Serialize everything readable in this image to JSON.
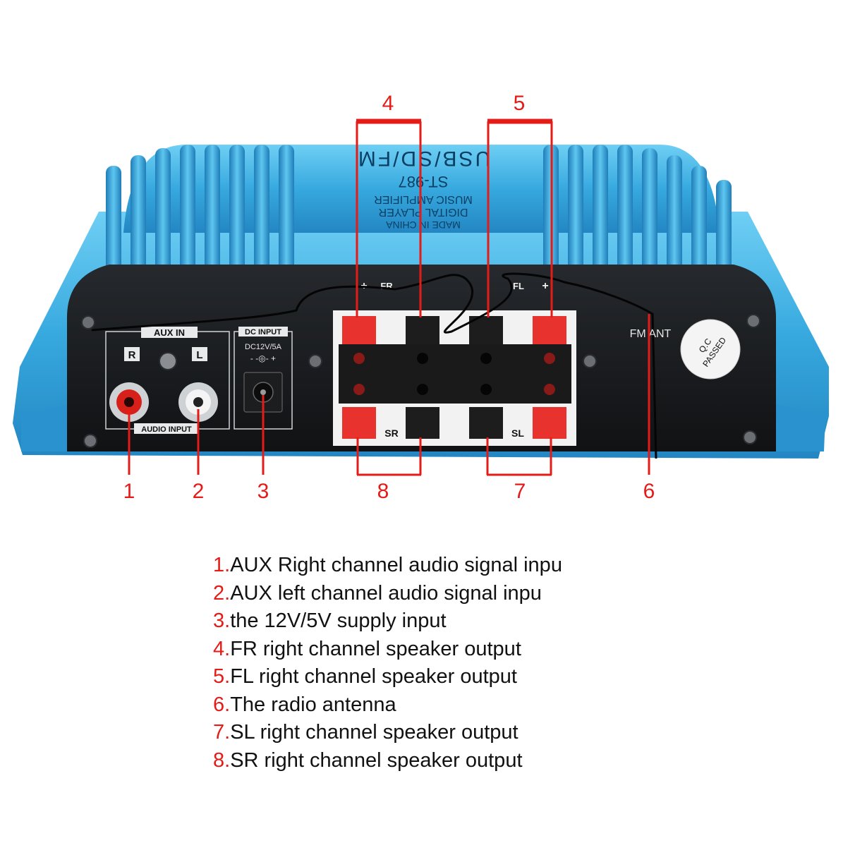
{
  "colors": {
    "callout_red": "#e41b17",
    "chassis_blue": "#3fb0e4",
    "panel_black": "#16181b",
    "terminal_red": "#e8322d"
  },
  "device": {
    "top_label": "USB/SD/FM",
    "model": "ST-987",
    "top_lines": [
      "MUSIC AMPLIFIER",
      "DIGITAL PLAYER",
      "MADE IN CHINA"
    ],
    "aux_in": "AUX IN",
    "channel_r": "R",
    "channel_l": "L",
    "audio_input": "AUDIO INPUT",
    "dc_input": "DC INPUT",
    "dc_rating": "DC12V/5A",
    "dc_polarity": "- -◎- +",
    "terminal_fr": "FR",
    "terminal_fl": "FL",
    "plus_sign": "+",
    "terminal_sr": "SR",
    "terminal_sl": "SL",
    "fm_ant": "FM ANT",
    "qc_sticker": [
      "Q.C",
      "PASSED"
    ]
  },
  "callouts": [
    {
      "id": "1",
      "label": "1"
    },
    {
      "id": "2",
      "label": "2"
    },
    {
      "id": "3",
      "label": "3"
    },
    {
      "id": "4",
      "label": "4"
    },
    {
      "id": "5",
      "label": "5"
    },
    {
      "id": "6",
      "label": "6"
    },
    {
      "id": "7",
      "label": "7"
    },
    {
      "id": "8",
      "label": "8"
    }
  ],
  "legend": [
    {
      "num": "1.",
      "text": "AUX Right channel audio signal inpu"
    },
    {
      "num": "2.",
      "text": "AUX left channel audio signal inpu"
    },
    {
      "num": "3.",
      "text": "the 12V/5V supply input"
    },
    {
      "num": "4.",
      "text": "FR right channel speaker output"
    },
    {
      "num": "5.",
      "text": "FL right channel speaker output"
    },
    {
      "num": "6.",
      "text": "The radio antenna"
    },
    {
      "num": "7.",
      "text": "SL right channel speaker output"
    },
    {
      "num": "8.",
      "text": "SR right channel speaker output"
    }
  ]
}
